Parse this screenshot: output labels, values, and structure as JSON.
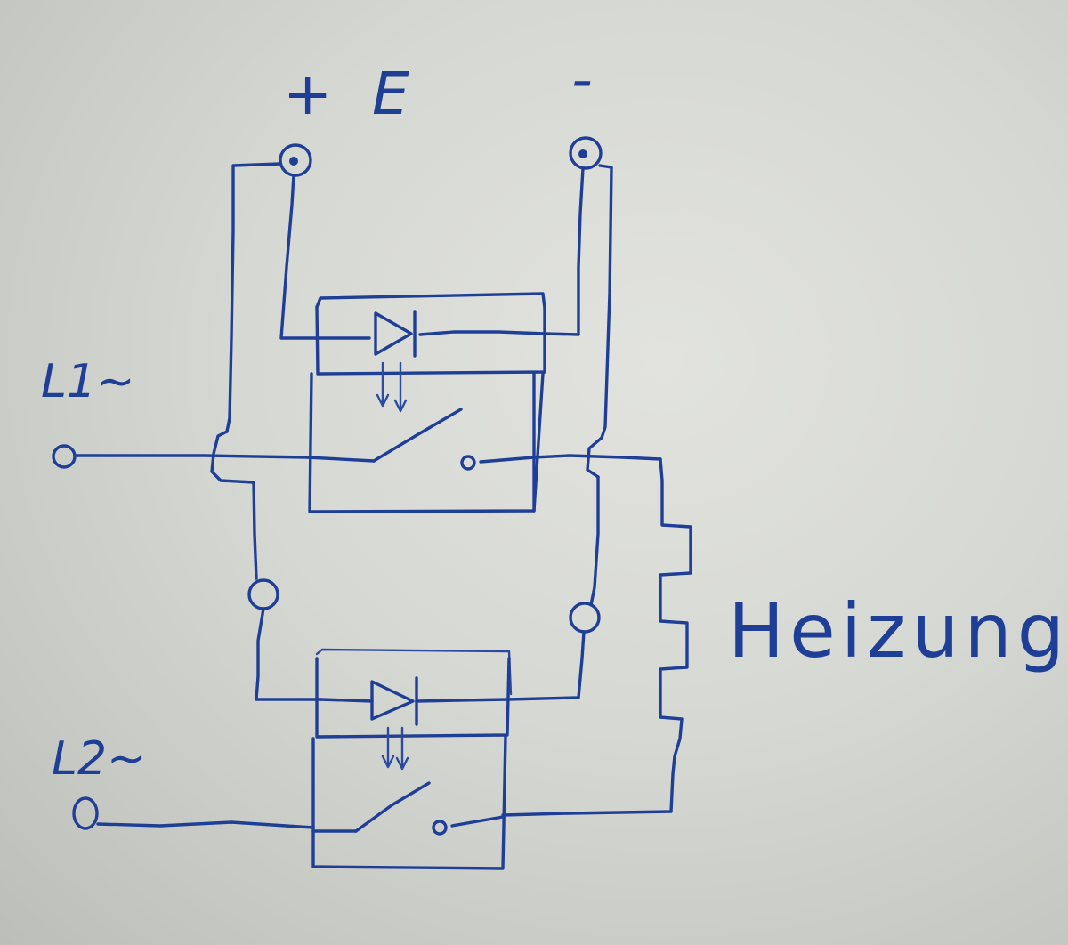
{
  "labels": {
    "plus": "+",
    "e": "E",
    "minus": "-",
    "l1": "L1~",
    "l2": "L2~",
    "heater": "Heizung"
  }
}
